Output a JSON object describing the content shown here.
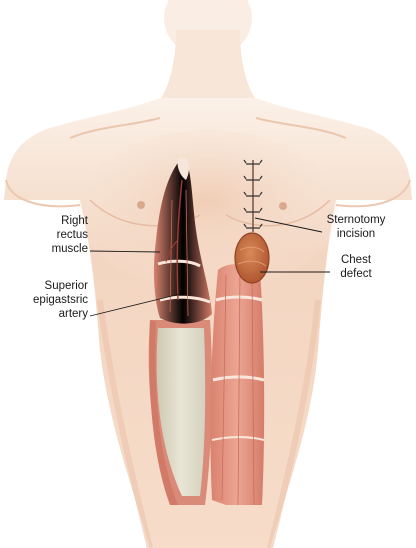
{
  "labels": {
    "right_rectus_muscle": [
      "Right",
      "rectus",
      "muscle"
    ],
    "superior_artery": [
      "Superior",
      "epigastsric",
      "artery"
    ],
    "sternotomy_incision": [
      "Sternotomy",
      "incision"
    ],
    "chest_defect": [
      "Chest",
      "defect"
    ]
  },
  "colors": {
    "skin_light": "#f8e6d7",
    "skin_mid": "#efcbb3",
    "skin_shadow": "#e2b197",
    "muscle": "#e39a86",
    "muscle_dark": "#c9705d",
    "tendon": "#fbe9e1",
    "sheath_cavity": "#ddd9c6",
    "defect": "#c96a3e",
    "leader_line": "#1a1a1a"
  }
}
